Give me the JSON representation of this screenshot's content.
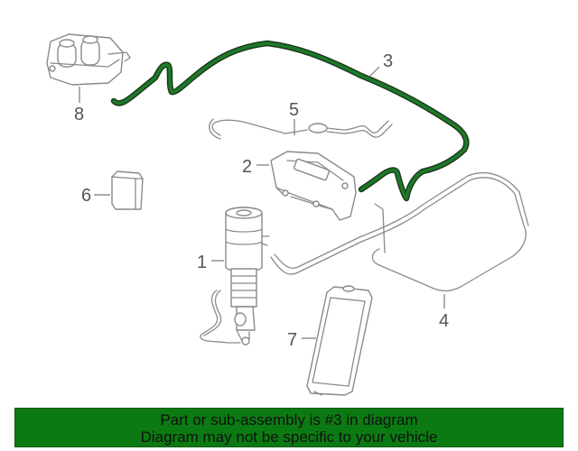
{
  "diagram": {
    "callouts": [
      "1",
      "2",
      "3",
      "4",
      "5",
      "6",
      "7",
      "8"
    ],
    "highlight_color": "#1c7a28"
  },
  "banner": {
    "line1": "Part or sub-assembly is #3 in diagram",
    "line2": "Diagram may not be specific to your vehicle",
    "background": "#0c7a12"
  }
}
